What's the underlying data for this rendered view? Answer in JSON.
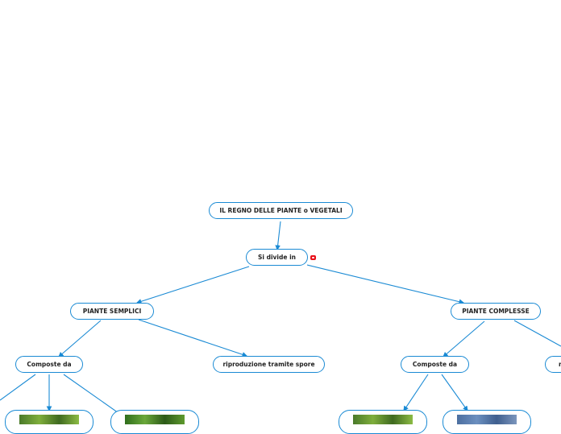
{
  "root": {
    "label": "IL REGNO DELLE PIANTE o VEGETALI"
  },
  "divide": {
    "label": "Si divide in"
  },
  "semplici": {
    "label": "PIANTE SEMPLICI",
    "composte": "Composte da",
    "riproduzione": "riproduzione tramite spore"
  },
  "complesse": {
    "label": "PIANTE COMPLESSE",
    "composte": "Composte da",
    "partial": "r"
  },
  "colors": {
    "line": "#1a8ad4",
    "badge": "#e8111a",
    "border": "#1a8ad4"
  },
  "icons": {
    "badge": "notes-badge-icon"
  }
}
